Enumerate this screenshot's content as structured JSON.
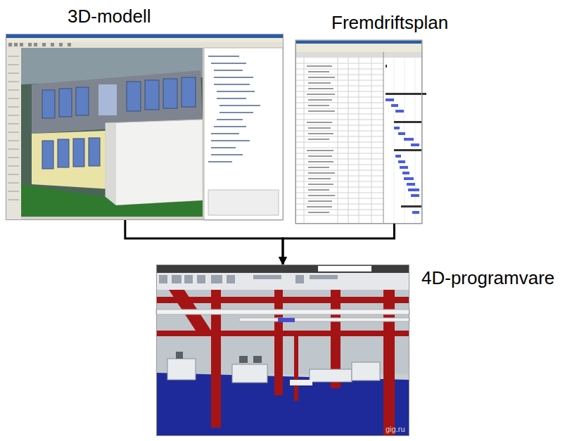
{
  "diagram": {
    "nodes": [
      {
        "text": [
          "3D-modell"
        ]
      },
      {
        "text": [
          "Fremdriftsplan"
        ]
      },
      {
        "text": [
          "4D-programvare"
        ]
      }
    ],
    "edges": [
      {
        "from": 0,
        "to": 2,
        "arrow": "to"
      },
      {
        "from": 1,
        "to": 2,
        "arrow": "to"
      }
    ],
    "labels": [
      "gig.ru"
    ]
  }
}
